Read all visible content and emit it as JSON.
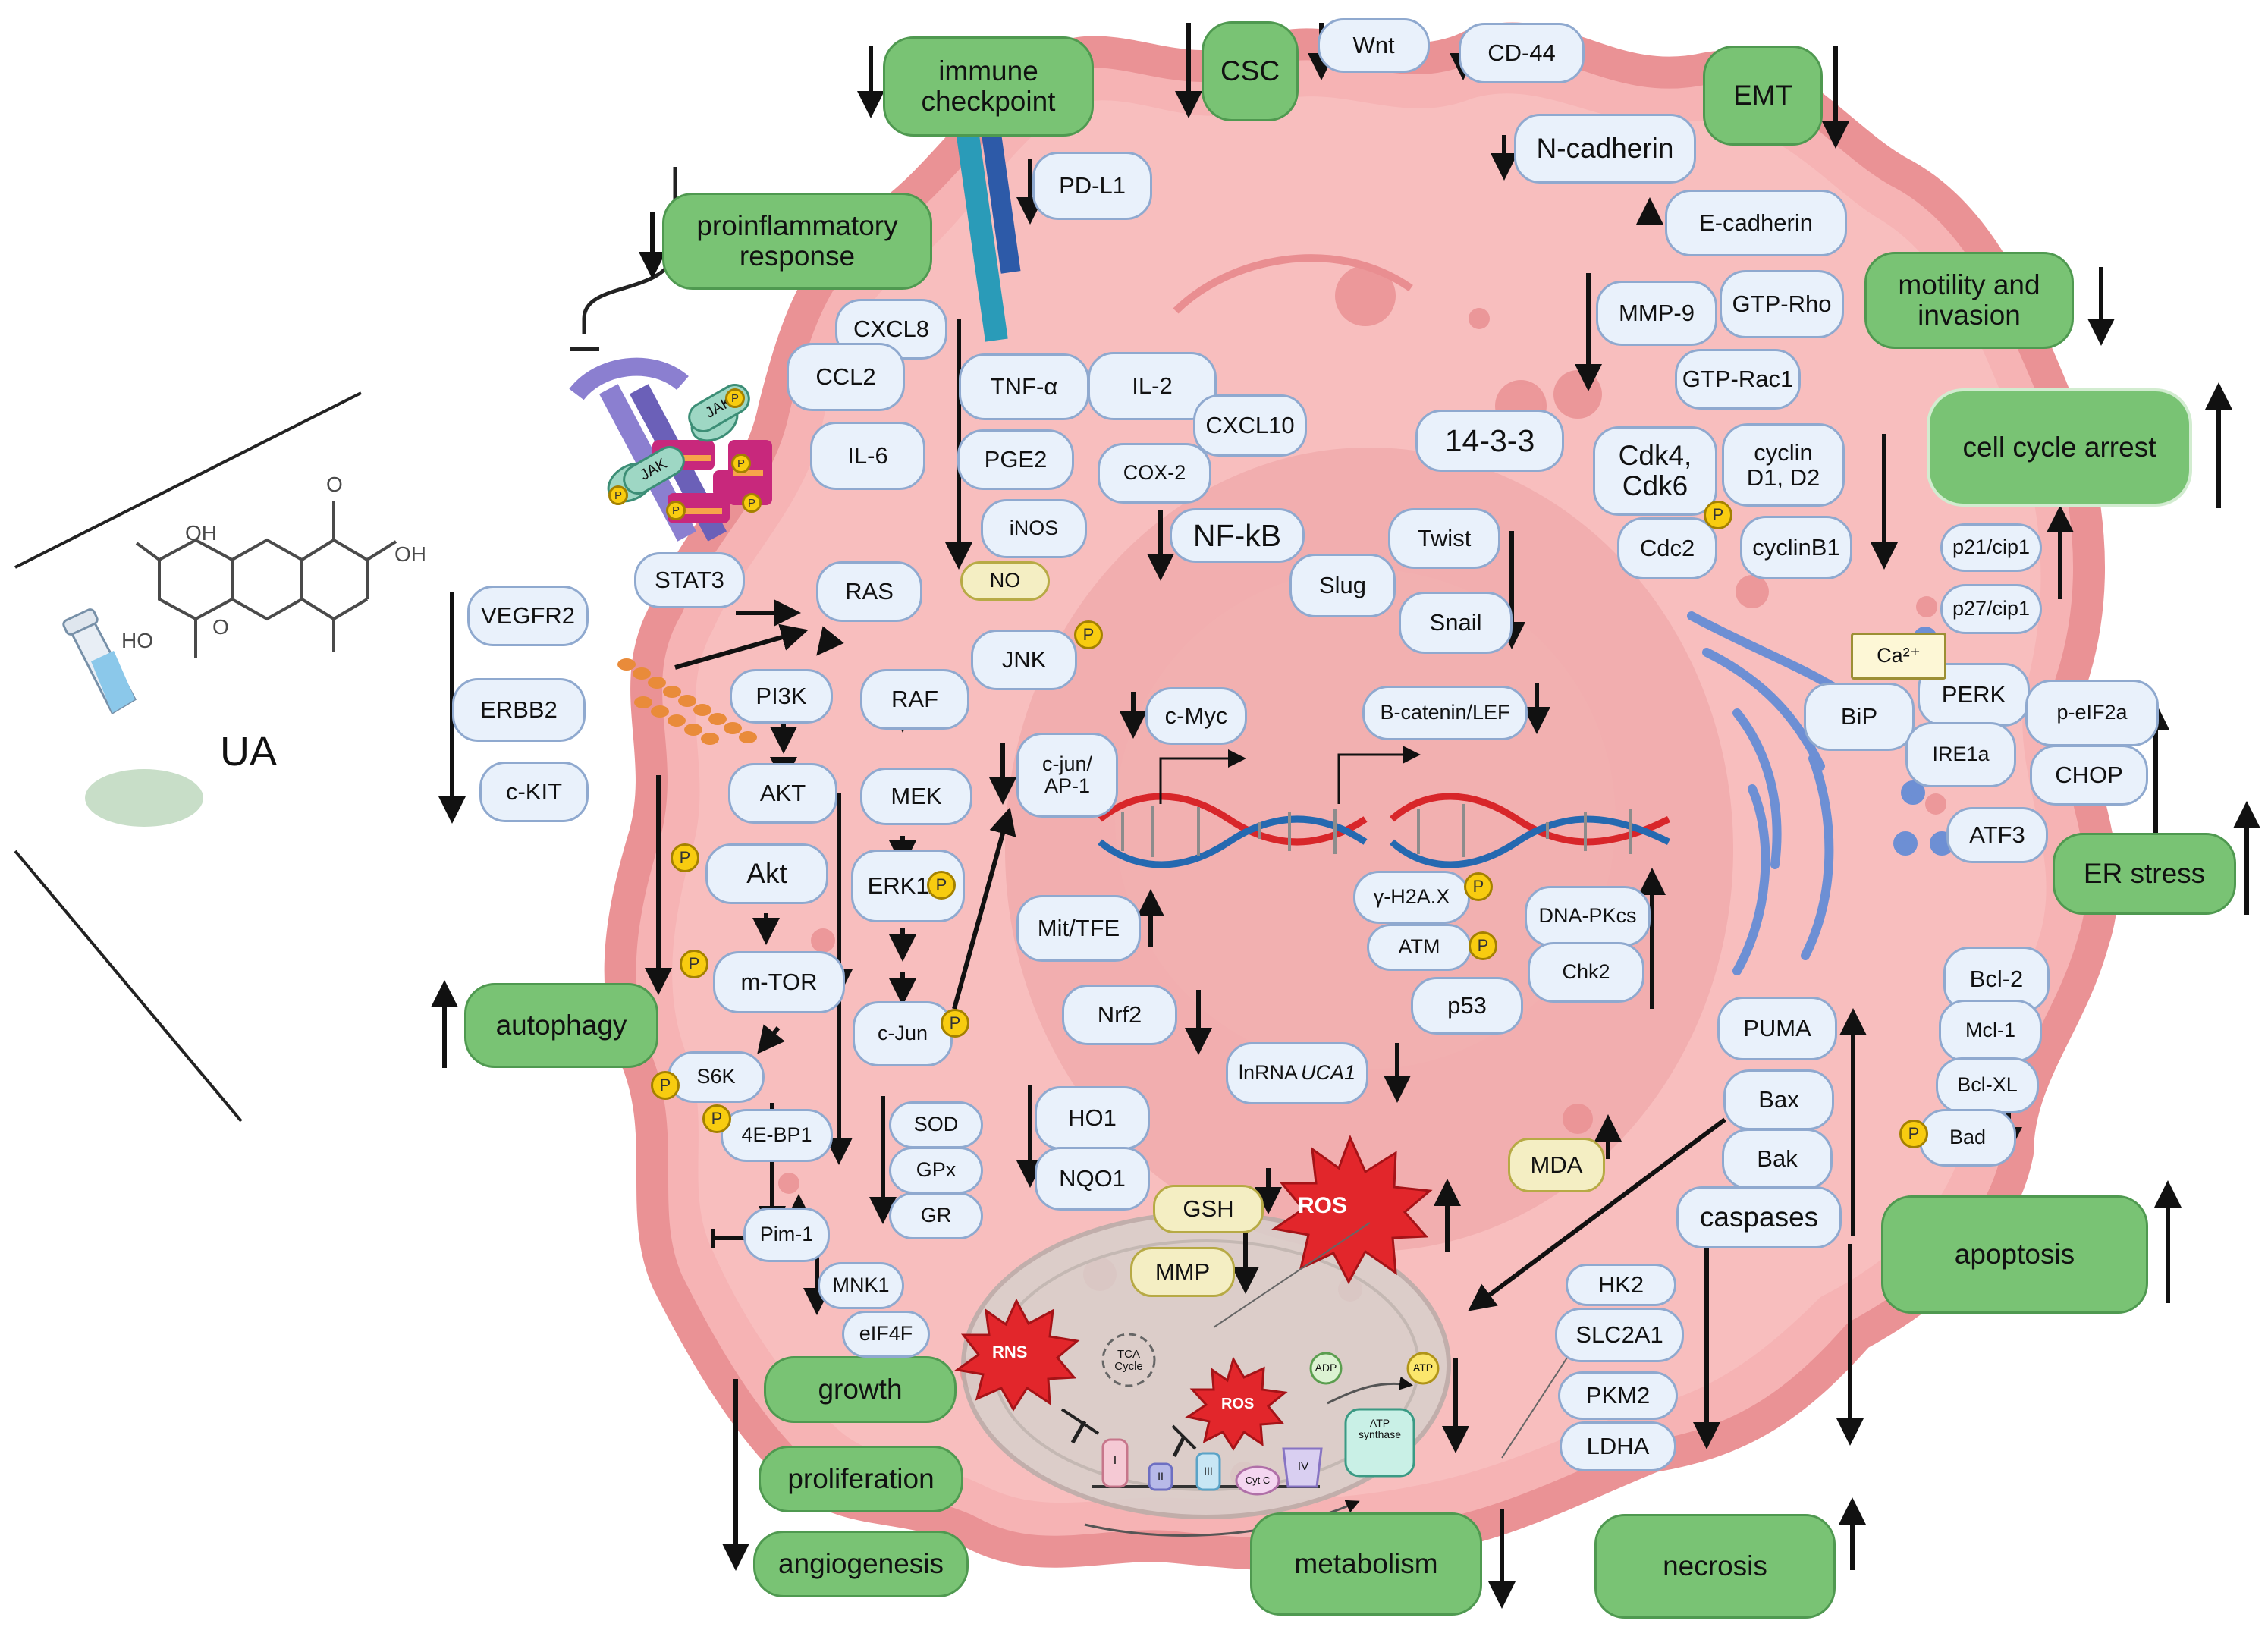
{
  "compound": {
    "name": "UA"
  },
  "phenotypes": {
    "immune_checkpoint": "immune\ncheckpoint",
    "csc": "CSC",
    "emt": "EMT",
    "proinflammatory": "proinflammatory\nresponse",
    "motility": "motility and\ninvasion",
    "cell_cycle_arrest": "cell cycle arrest",
    "autophagy": "autophagy",
    "er_stress": "ER stress",
    "apoptosis": "apoptosis",
    "growth": "growth",
    "proliferation": "proliferation",
    "angiogenesis": "angiogenesis",
    "metabolism": "metabolism",
    "necrosis": "necrosis"
  },
  "molecules": {
    "wnt": "Wnt",
    "cd44": "CD-44",
    "n_cadherin": "N-cadherin",
    "e_cadherin": "E-cadherin",
    "pd_l1": "PD-L1",
    "mmp9": "MMP-9",
    "gtp_rho": "GTP-Rho",
    "gtp_rac1": "GTP-Rac1",
    "cxcl8": "CXCL8",
    "ccl2": "CCL2",
    "tnf_a": "TNF-α",
    "il2": "IL-2",
    "cxcl10": "CXCL10",
    "il6": "IL-6",
    "pge2": "PGE2",
    "cox2": "COX-2",
    "inos": "iNOS",
    "nfkb": "NF-kB",
    "p1433": "14-3-3",
    "cdk46": "Cdk4,\nCdk6",
    "cyclin_d": "cyclin\nD1, D2",
    "cdc2": "Cdc2",
    "cyclin_b1": "cyclinB1",
    "twist": "Twist",
    "slug": "Slug",
    "snail": "Snail",
    "stat3": "STAT3",
    "ras": "RAS",
    "jnk": "JNK",
    "vegfr2": "VEGFR2",
    "erbb2": "ERBB2",
    "ckit": "c-KIT",
    "pi3k": "PI3K",
    "raf": "RAF",
    "akt": "AKT",
    "mek": "MEK",
    "akt_p": "Akt",
    "erk": "ERK1/2",
    "mtor": "m-TOR",
    "cjun": "c-Jun",
    "s6k": "S6K",
    "ebp1": "4E-BP1",
    "pim1": "Pim-1",
    "mnk1": "MNK1",
    "eif4f": "eIF4F",
    "cmyc": "c-Myc",
    "cjun_ap1": "c-jun/\nAP-1",
    "mit_tfe": "Mit/TFE",
    "nrf2": "Nrf2",
    "ho1": "HO1",
    "nqo1": "NQO1",
    "sod": "SOD",
    "gpx": "GPx",
    "gr": "GR",
    "bcat": "B-catenin/LEF",
    "h2ax": "γ-H2A.X",
    "atm": "ATM",
    "p53": "p53",
    "dnapk": "DNA-PKcs",
    "chk2": "Chk2",
    "p21": "p21/cip1",
    "p27": "p27/cip1",
    "perk": "PERK",
    "bip": "BiP",
    "peif2a": "p-eIF2a",
    "ire1a": "IRE1a",
    "chop": "CHOP",
    "atf3": "ATF3",
    "bcl2": "Bcl-2",
    "mcl1": "Mcl-1",
    "bclxl": "Bcl-XL",
    "bad": "Bad",
    "puma": "PUMA",
    "bax": "Bax",
    "bak": "Bak",
    "caspases": "caspases",
    "hk2": "HK2",
    "slc2a1": "SLC2A1",
    "pkm2": "PKM2",
    "ldha": "LDHA",
    "jak": "JAK"
  },
  "yellow": {
    "no": "NO",
    "gsh": "GSH",
    "mmp": "MMP",
    "mda": "MDA",
    "ca": "Ca²⁺"
  },
  "lnc": {
    "prefix": "lnRNA ",
    "name": "UCA1"
  },
  "mito": {
    "ros_big": "ROS",
    "ros_small": "ROS",
    "rns": "RNS",
    "tca": "TCA\nCycle",
    "adp": "ADP",
    "atp": "ATP",
    "atp_synthase": "ATP\nsynthase",
    "c1": "I",
    "c2": "II",
    "c3": "III",
    "cytc": "Cyt C",
    "c4": "IV"
  },
  "phospho": "P",
  "colors": {
    "cell_fill": "#f6b3b4",
    "membrane": "#ea9295",
    "nucleus": "#eca1a2",
    "green": "#79c374",
    "molecule_fill": "#e9f1fb",
    "molecule_border": "#8fa9cf",
    "phospho": "#f8cc10",
    "dna_red": "#d8262a",
    "dna_blue": "#2569b0",
    "er": "#6d8fd4",
    "receptor": "#8b7fd0"
  }
}
